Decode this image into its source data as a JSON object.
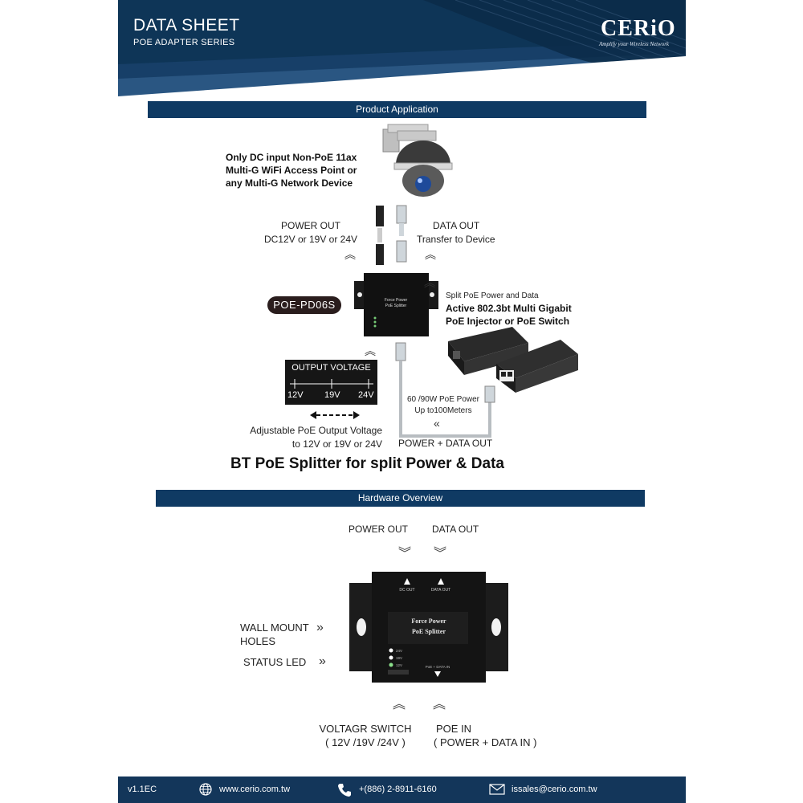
{
  "header": {
    "title": "DATA SHEET",
    "subtitle": "POE ADAPTER SERIES",
    "logo": "CERiO",
    "tagline": "Amplify your Wireless Network"
  },
  "section1": {
    "bar": "Product Application",
    "device_lines": [
      "Only DC input Non-PoE 11ax",
      "Multi-G WiFi Access Point  or",
      "any Multi-G Network Device"
    ],
    "power_out": [
      "POWER OUT",
      "DC12V or 19V or 24V"
    ],
    "data_out": [
      "DATA OUT",
      "Transfer to Device"
    ],
    "model": "POE-PD06S",
    "splitter_label": [
      "Force Power",
      "PoE Splitter"
    ],
    "injector_lines": [
      "Split PoE Power and Data",
      "Active 802.3bt Multi Gigabit",
      "PoE Injector or PoE Switch"
    ],
    "output_voltage": {
      "title": "OUTPUT VOLTAGE",
      "options": [
        "12V",
        "19V",
        "24V"
      ]
    },
    "adjustable": [
      "Adjustable PoE Output Voltage",
      "to 12V or 19V or 24V"
    ],
    "poe_power": [
      "60 /90W PoE Power",
      "Up to100Meters"
    ],
    "power_data_out": "POWER + DATA OUT",
    "headline": "BT PoE Splitter for split Power & Data"
  },
  "section2": {
    "bar": "Hardware Overview",
    "power_out": "POWER OUT",
    "data_out": "DATA OUT",
    "wall_mount": [
      "WALL MOUNT",
      "HOLES"
    ],
    "status_led": "STATUS LED",
    "device_top_labels": [
      "DC OUT",
      "DATA OUT"
    ],
    "device_title": [
      "Force Power",
      "PoE Splitter"
    ],
    "led_labels": [
      "24V",
      "19V",
      "12V"
    ],
    "poe_port_label": "PoE + DATA IN",
    "voltage_switch": [
      "VOLTAGR SWITCH",
      "( 12V /19V /24V  )"
    ],
    "poe_in": [
      "POE IN",
      "( POWER + DATA IN )"
    ]
  },
  "footer": {
    "version": "v1.1EC",
    "website": "www.cerio.com.tw",
    "phone": "+(886) 2-8911-6160",
    "email": "issales@cerio.com.tw"
  }
}
